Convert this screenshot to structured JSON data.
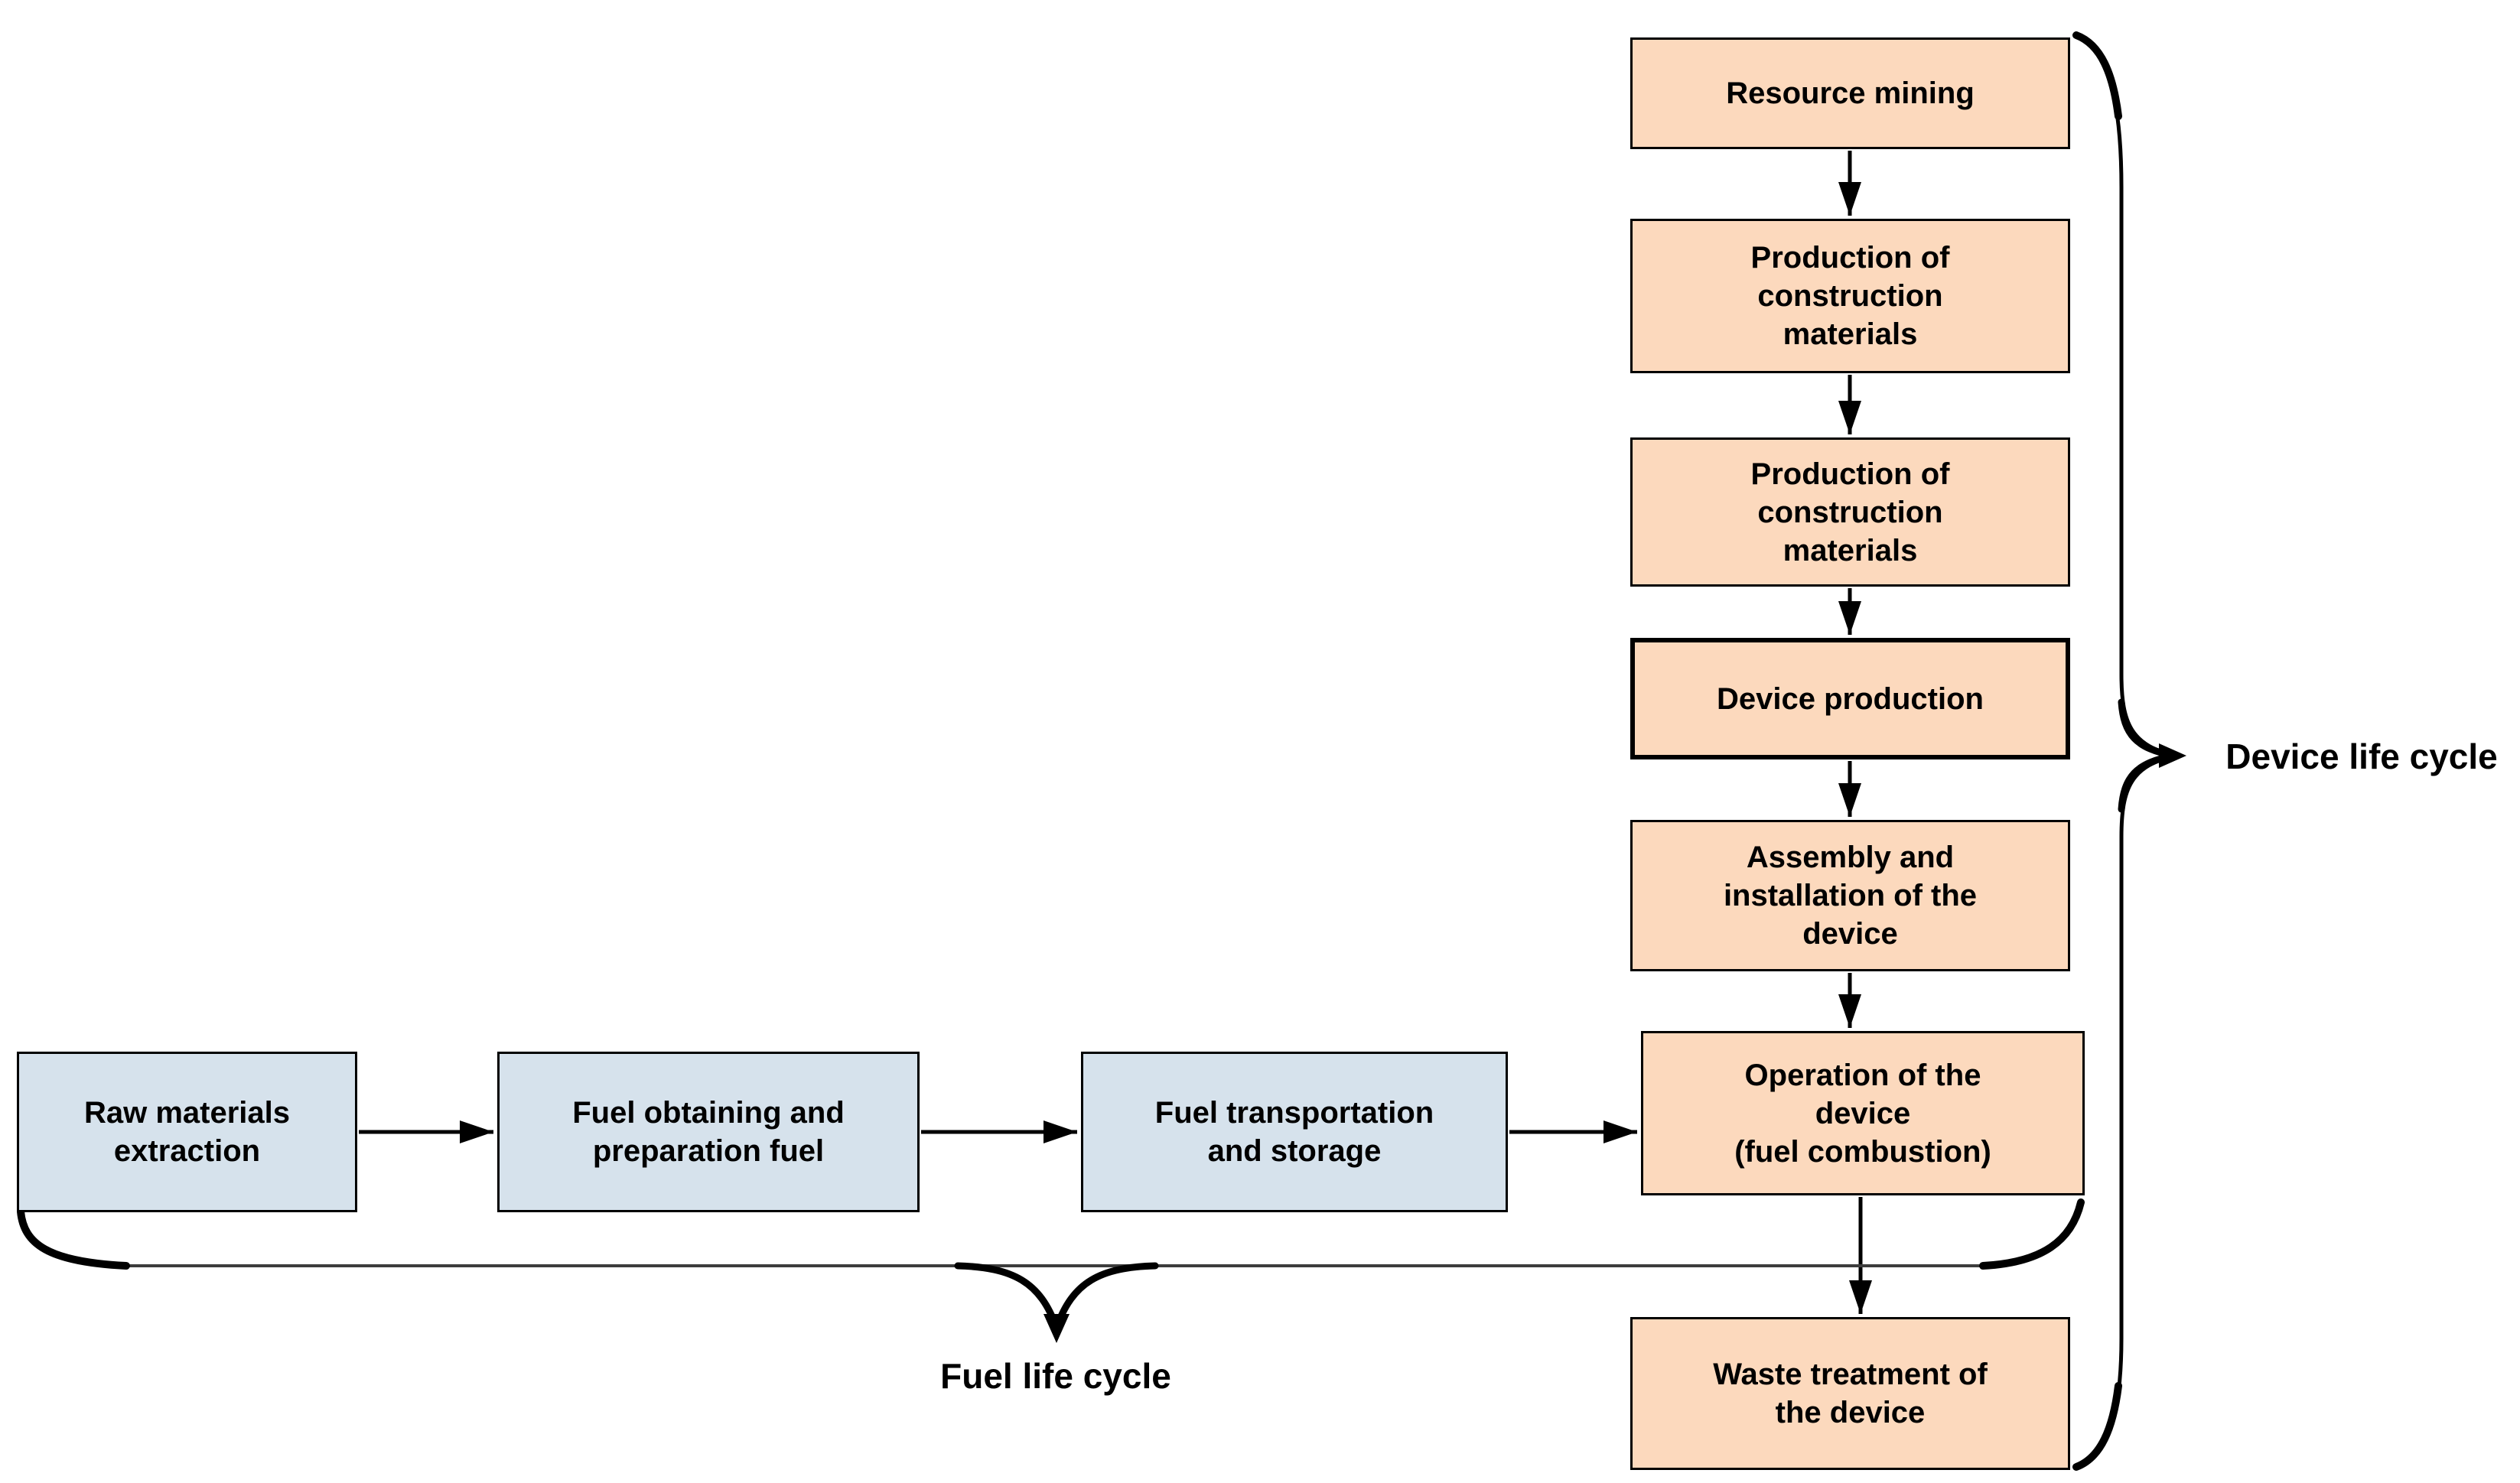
{
  "device_chain": {
    "bracket_label": "Device life cycle",
    "boxes": [
      {
        "label": "Resource mining"
      },
      {
        "label": "Production of\nconstruction\nmaterials"
      },
      {
        "label": "Production of\nconstruction\nmaterials"
      },
      {
        "label": "Device production"
      },
      {
        "label": "Assembly and\ninstallation of the\ndevice"
      },
      {
        "label": "Operation of the\ndevice\n(fuel combustion)"
      },
      {
        "label": "Waste treatment of\nthe device"
      }
    ]
  },
  "fuel_chain": {
    "bracket_label": "Fuel life cycle",
    "boxes": [
      {
        "label": "Raw materials\nextraction"
      },
      {
        "label": "Fuel obtaining and\npreparation fuel"
      },
      {
        "label": "Fuel transportation\nand storage"
      }
    ]
  },
  "colors": {
    "device_box_fill": "#FCD9BD",
    "fuel_box_fill": "#D6E2EC",
    "box_border": "#000000",
    "connector": "#000000",
    "background": "#FFFFFF"
  }
}
